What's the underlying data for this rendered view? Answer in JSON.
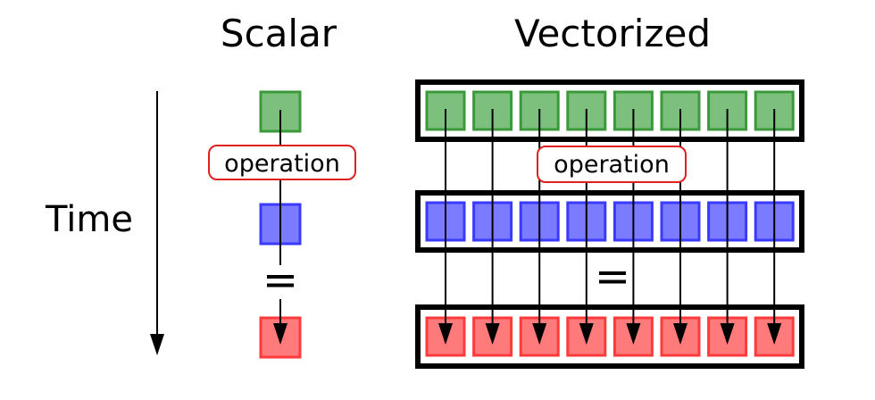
{
  "titles": {
    "scalar": "Scalar",
    "vectorized": "Vectorized"
  },
  "time_label": "Time",
  "operation_label": "operation",
  "equals_label": "=",
  "lanes": 8,
  "colors": {
    "green_fill": "#7dc07d",
    "green_stroke": "#3a9a3a",
    "blue_fill": "#7b7bff",
    "blue_stroke": "#3a3aff",
    "red_fill": "#ff7b7b",
    "red_stroke": "#ff3a3a",
    "operation_border": "#e02020",
    "frame": "#000000"
  }
}
